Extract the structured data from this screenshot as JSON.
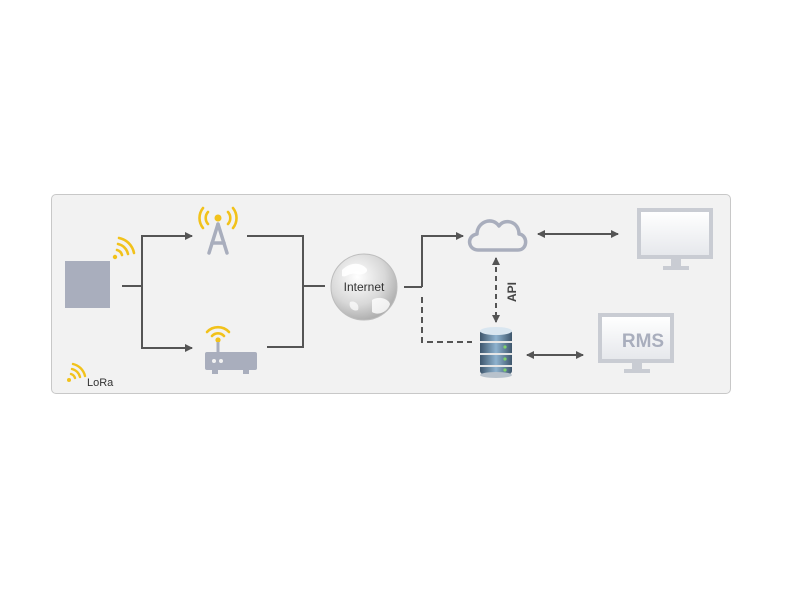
{
  "internet_label": "Internet",
  "api_label": "API",
  "rms_label": "RMS",
  "legend_label": "LoRa",
  "colors": {
    "accent": "#f2c21b",
    "line": "#555555",
    "device": "#a9aebd",
    "panel": "#f2f2f2",
    "monitor": "#c9ccd3"
  },
  "icons": [
    "lora-sensor-icon",
    "cell-tower-icon",
    "router-icon",
    "globe-icon",
    "cloud-icon",
    "database-icon",
    "monitor-icon",
    "rms-monitor-icon",
    "lora-wave-icon"
  ]
}
